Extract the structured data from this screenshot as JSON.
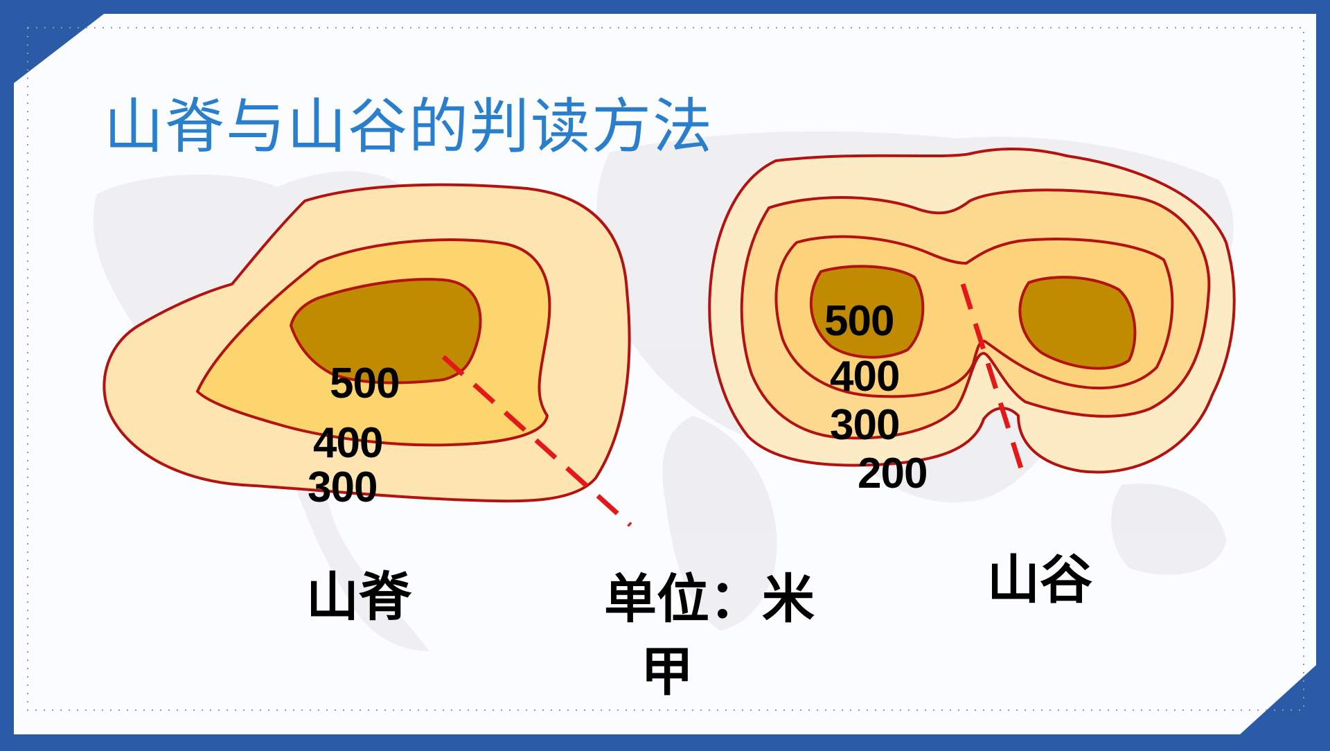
{
  "title": "山脊与山谷的判读方法",
  "ridge": {
    "label": "山脊",
    "contour_labels": [
      "500",
      "400",
      "300"
    ]
  },
  "valley": {
    "label": "山谷",
    "contour_labels": [
      "500",
      "400",
      "300",
      "200"
    ]
  },
  "unit_label": "单位：米",
  "point_label": "甲",
  "colors": {
    "frame": "#2b5aa6",
    "panel": "#fbfcfe",
    "title": "#2a7fcc",
    "contour_line": "#b31212",
    "fill_lowest": "#fde9bf",
    "fill_low": "#fcdca2",
    "fill_mid": "#fbd478",
    "fill_peak": "#c08b00",
    "dashed_line": "#e41818"
  }
}
